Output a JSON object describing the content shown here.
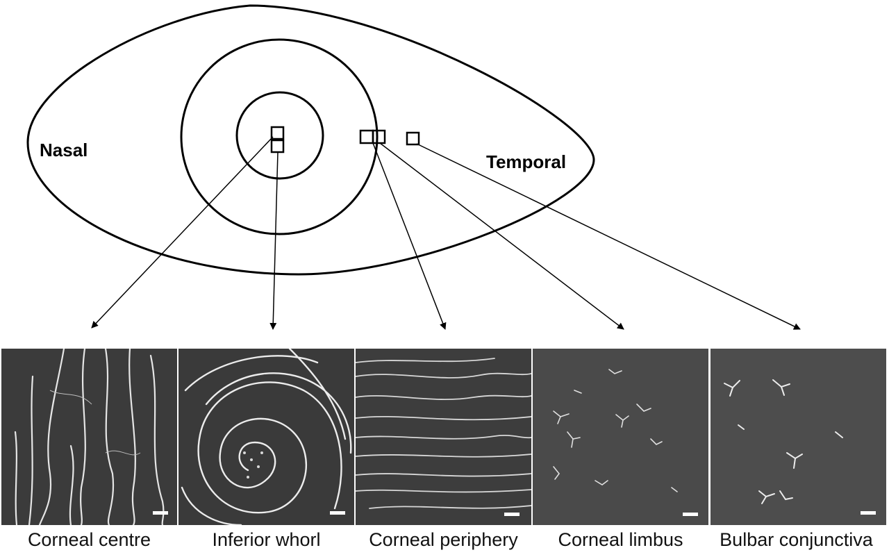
{
  "labels": {
    "nasal": "Nasal",
    "temporal": "Temporal"
  },
  "panels": [
    {
      "caption": "Corneal centre",
      "pattern": "vertical-nerves"
    },
    {
      "caption": "Inferior whorl",
      "pattern": "spiral-whorl"
    },
    {
      "caption": "Corneal periphery",
      "pattern": "horizontal-nerves"
    },
    {
      "caption": "Corneal limbus",
      "pattern": "dendritic-cells"
    },
    {
      "caption": "Bulbar conjunctiva",
      "pattern": "dendritic-cells"
    }
  ],
  "colors": {
    "line": "#000000",
    "panel_background": "#3a3a3a",
    "nerve": "#e8e8e8"
  }
}
